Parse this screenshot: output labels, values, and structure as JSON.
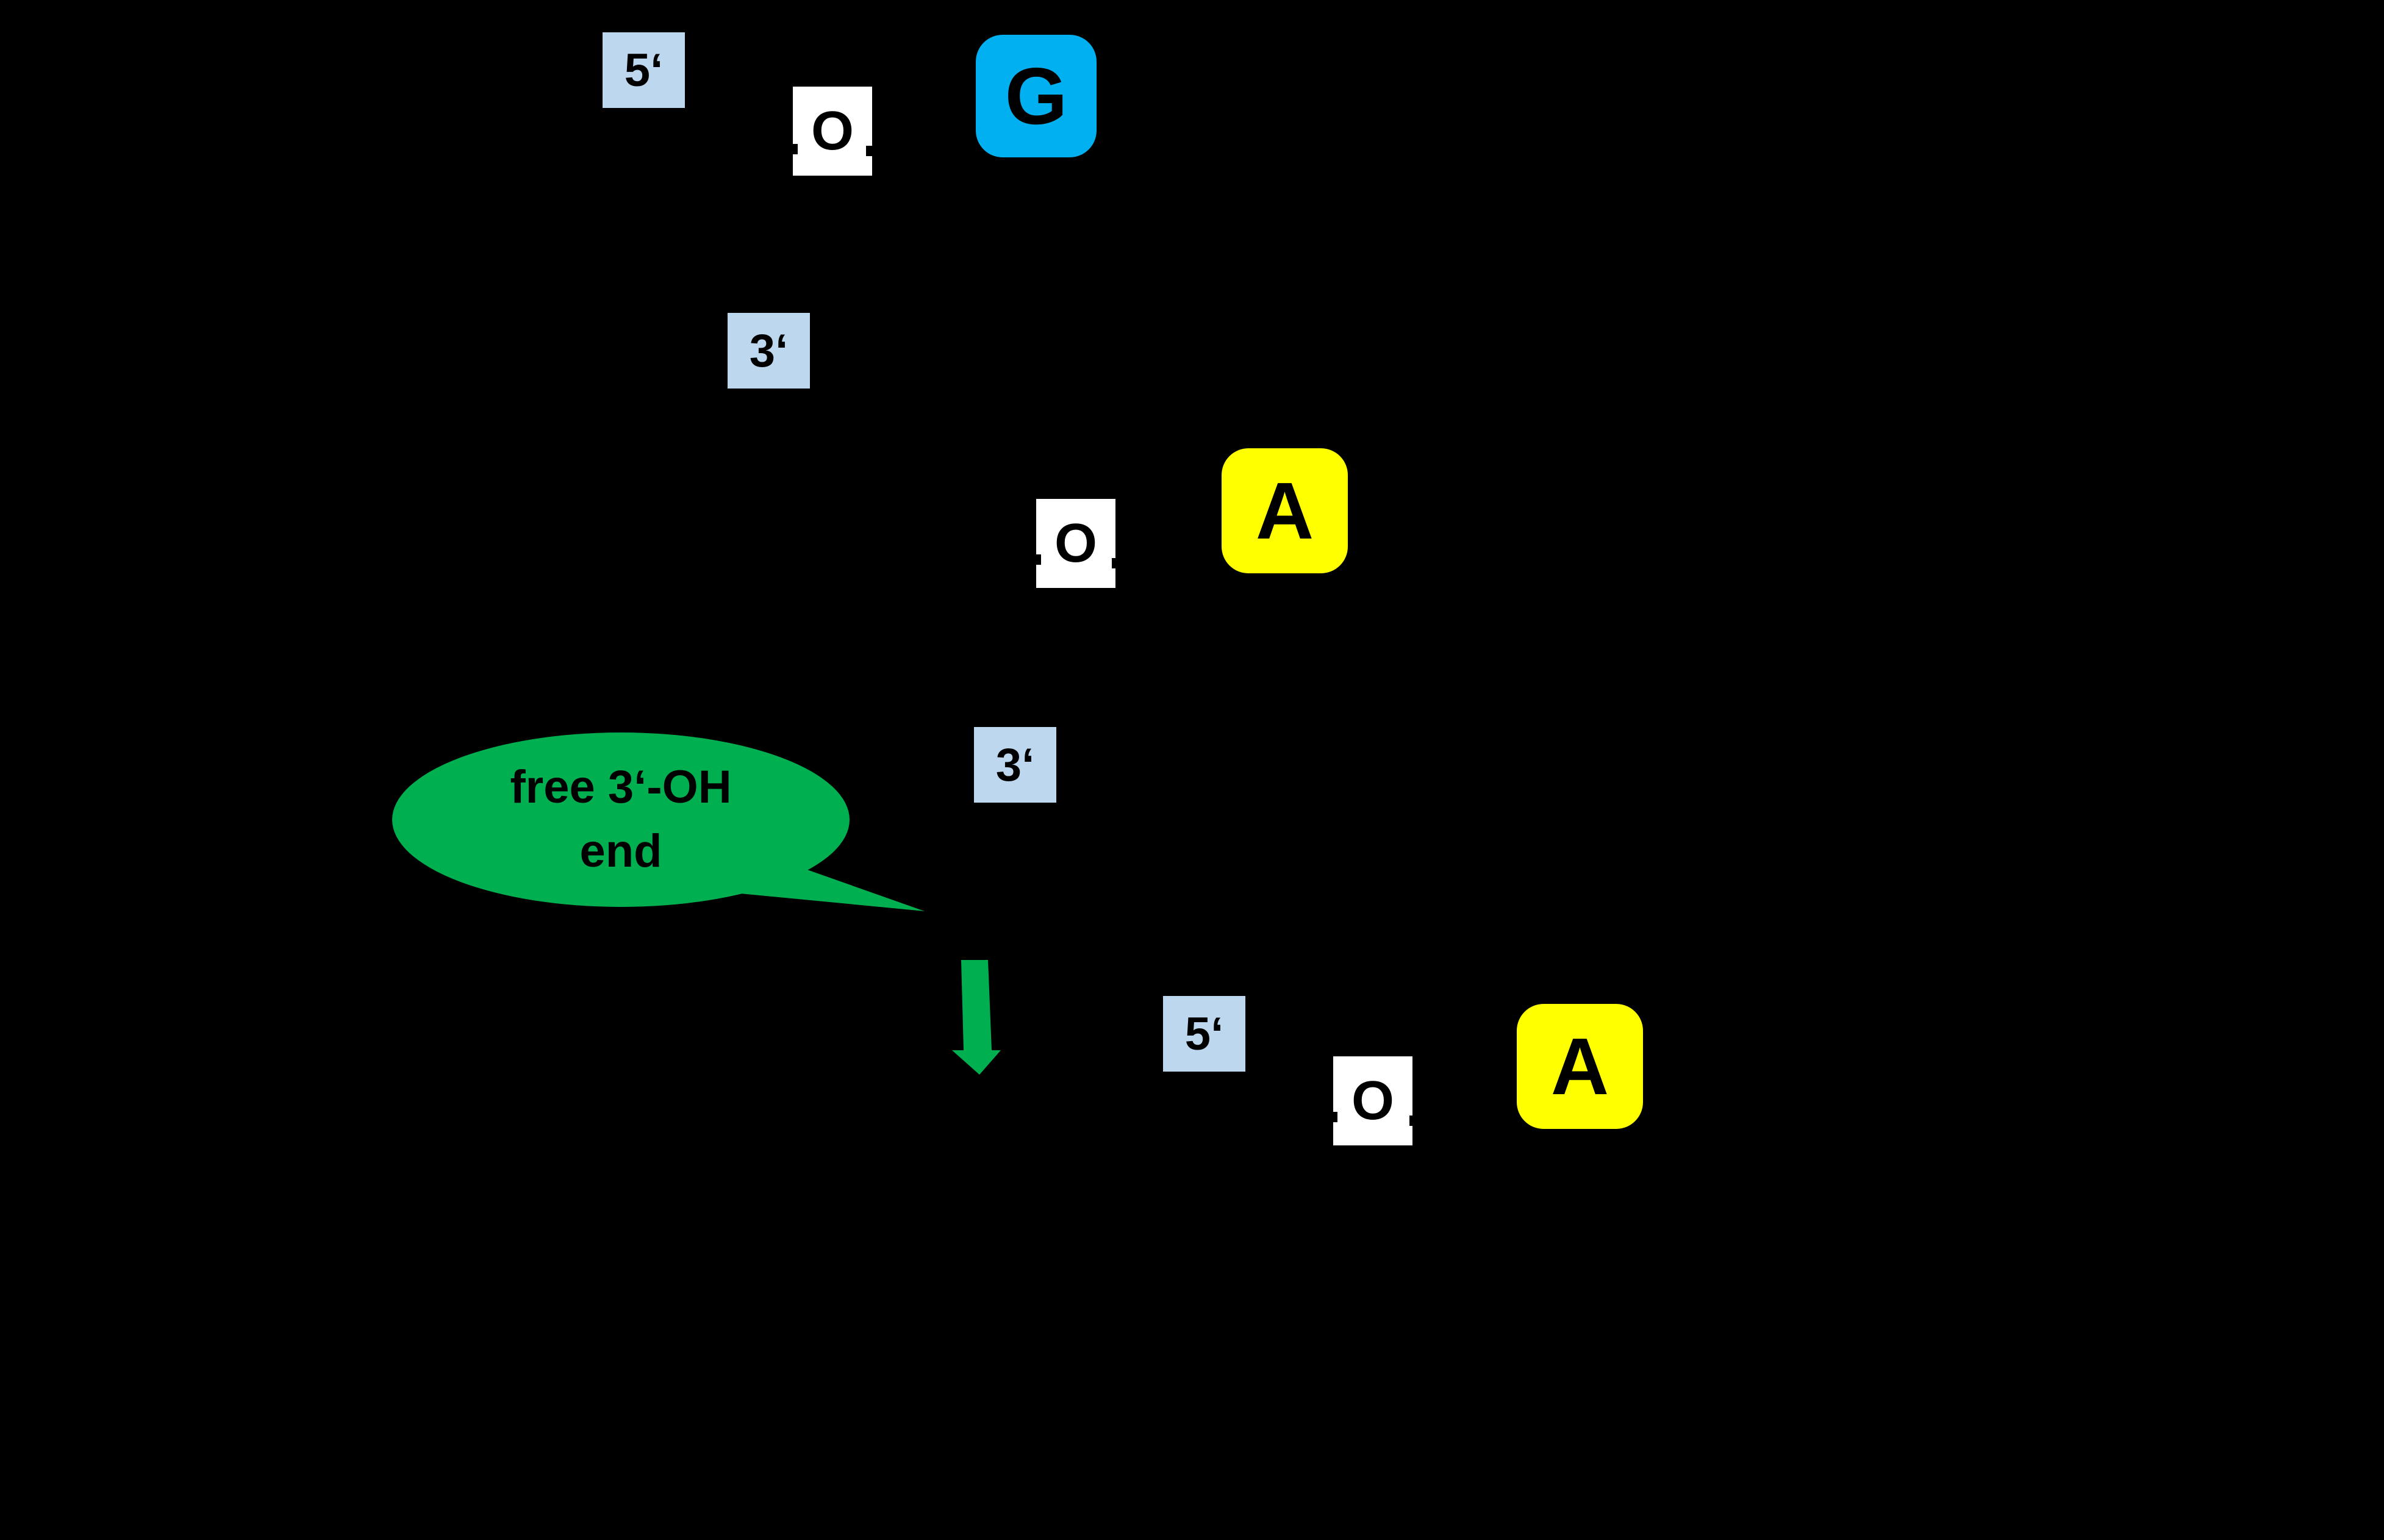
{
  "colors": {
    "background": "#000000",
    "guanine": "#00B0F0",
    "adenine": "#FFFF00",
    "terminus": "#BDD7EE",
    "oxygen": "#FFFFFF",
    "green": "#00B050",
    "ink": "#000000"
  },
  "termini": {
    "five_top": "5‘",
    "three_top": "3‘",
    "three_middle": "3‘",
    "five_bottom": "5‘"
  },
  "atoms": {
    "oxygen_top": "O",
    "oxygen_middle": "O",
    "oxygen_bottom": "O"
  },
  "bases": {
    "guanine": "G",
    "adenine_middle": "A",
    "adenine_bottom": "A"
  },
  "callout": {
    "line1": "free 3‘-OH",
    "line2": "end"
  }
}
